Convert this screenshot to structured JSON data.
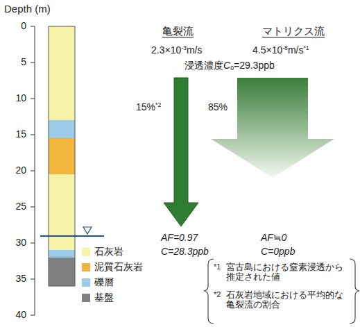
{
  "diagram": {
    "labels": [
      "Depth (m)",
      "0",
      "5",
      "10",
      "15",
      "20",
      "25",
      "30",
      "35",
      "40",
      "亀裂流",
      "マトリクス流",
      "2.3×10",
      "-3",
      "m/s",
      "4.5×10",
      "-8",
      "m/s",
      "*1",
      "浸透濃度",
      "C",
      "0",
      "=29.3ppb",
      "15%",
      "*2",
      "85%",
      "AF=0.97",
      "C=28.3ppb",
      "AF≒0",
      "C=0ppb",
      "*1",
      "宮古島における窒素浸透から推定された値",
      "*2",
      "石灰岩地域における平均的な亀裂流の割合"
    ],
    "legend": [
      {
        "text": "石灰岩",
        "color": "#f6f2a8"
      },
      {
        "text": "泥質石灰岩",
        "color": "#f2b53c"
      },
      {
        "text": "礫層",
        "color": "#9ccbe9"
      },
      {
        "text": "基盤",
        "color": "#808080"
      }
    ]
  }
}
